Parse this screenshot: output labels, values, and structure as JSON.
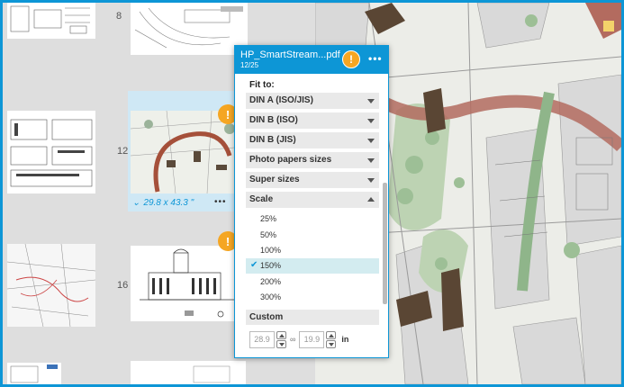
{
  "thumbnails": {
    "page_numbers": [
      "8",
      "12",
      "16"
    ],
    "selected_size": "29.8 x 43.3 \"",
    "more_label": "•••",
    "warning_glyph": "!"
  },
  "popup": {
    "title": "HP_SmartStream...pdf",
    "subtitle": "12/25",
    "warning_glyph": "!",
    "more_label": "•••",
    "fit_label": "Fit to:",
    "groups": [
      {
        "label": "DIN A (ISO/JIS)",
        "expanded": false
      },
      {
        "label": "DIN B (ISO)",
        "expanded": false
      },
      {
        "label": "DIN B (JIS)",
        "expanded": false
      },
      {
        "label": "Photo papers sizes",
        "expanded": false
      },
      {
        "label": "Super sizes",
        "expanded": false
      },
      {
        "label": "Scale",
        "expanded": true
      }
    ],
    "scale_options": [
      {
        "label": "25%",
        "selected": false
      },
      {
        "label": "50%",
        "selected": false
      },
      {
        "label": "100%",
        "selected": false
      },
      {
        "label": "150%",
        "selected": true
      },
      {
        "label": "200%",
        "selected": false
      },
      {
        "label": "300%",
        "selected": false
      }
    ],
    "custom_label": "Custom",
    "custom_width": "28.9",
    "custom_height": "19.9",
    "custom_unit": "in",
    "link_glyph": "∞"
  },
  "colors": {
    "accent": "#0d96d6",
    "warning": "#f5a623",
    "selected_row": "#d3ecf0"
  }
}
